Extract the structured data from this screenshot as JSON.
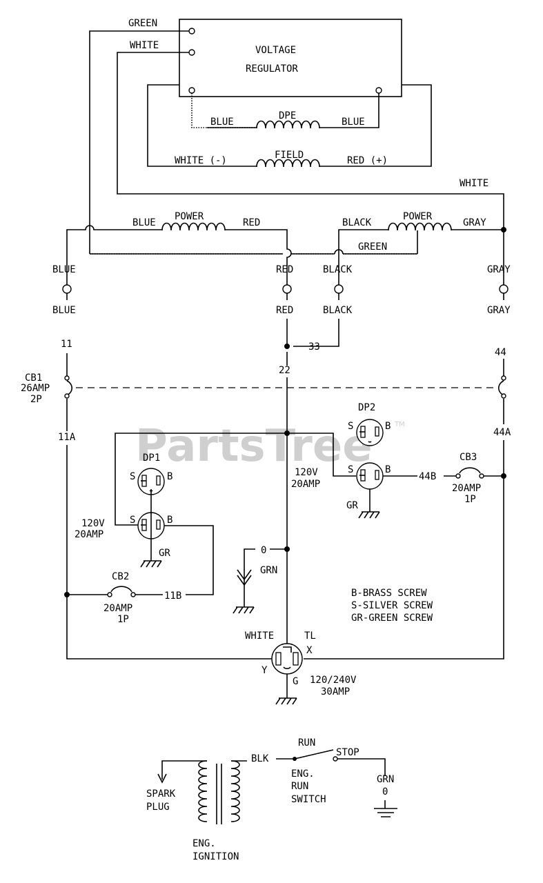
{
  "watermark": {
    "text": "PartsTree",
    "tm": "TM"
  },
  "regulator": {
    "line1": "VOLTAGE",
    "line2": "REGULATOR",
    "green": "GREEN",
    "white": "WHITE"
  },
  "dpe": {
    "label": "DPE",
    "left": "BLUE",
    "right": "BLUE"
  },
  "field": {
    "label": "FIELD",
    "left": "WHITE (-)",
    "right": "RED (+)"
  },
  "white_lead": "WHITE",
  "power1": {
    "label": "POWER",
    "left": "BLUE",
    "right": "RED"
  },
  "power2": {
    "label": "POWER",
    "left": "BLACK",
    "right": "GRAY",
    "center": "GREEN"
  },
  "connectors": {
    "blue_top": "BLUE",
    "blue_bottom": "BLUE",
    "red_top": "RED",
    "red_bottom": "RED",
    "black_top": "BLACK",
    "black_bottom": "BLACK",
    "gray_top": "GRAY",
    "gray_bottom": "GRAY"
  },
  "nodes": {
    "n11": "11",
    "n33": "33",
    "n22": "22",
    "n44": "44",
    "n11a": "11A",
    "n44a": "44A",
    "n44b": "44B",
    "n11b": "11B",
    "n0": "0"
  },
  "cb1": {
    "name": "CB1",
    "rating": "26AMP",
    "poles": "2P"
  },
  "cb2": {
    "name": "CB2",
    "rating": "20AMP",
    "poles": "1P"
  },
  "cb3": {
    "name": "CB3",
    "rating": "20AMP",
    "poles": "1P"
  },
  "dp1": {
    "name": "DP1",
    "s": "S",
    "b": "B",
    "gr": "GR",
    "volt": "120V",
    "amp": "20AMP",
    "s2": "S",
    "b2": "B"
  },
  "dp2": {
    "name": "DP2",
    "s": "S",
    "b": "B",
    "gr": "GR",
    "volt": "120V",
    "amp": "20AMP",
    "s2": "S",
    "b2": "B"
  },
  "ground_lead": "GRN",
  "legend": {
    "line1": "B-BRASS SCREW",
    "line2": "S-SILVER SCREW",
    "line3": "GR-GREEN SCREW"
  },
  "tl": {
    "white": "WHITE",
    "name": "TL",
    "x": "X",
    "y": "Y",
    "g": "G",
    "volt": "120/240V",
    "amp": "30AMP"
  },
  "ignition": {
    "blk": "BLK",
    "run": "RUN",
    "stop": "STOP",
    "switch1": "ENG.",
    "switch2": "RUN",
    "switch3": "SWITCH",
    "grn": "GRN",
    "zero": "0",
    "spark1": "SPARK",
    "spark2": "PLUG",
    "ign1": "ENG.",
    "ign2": "IGNITION"
  }
}
